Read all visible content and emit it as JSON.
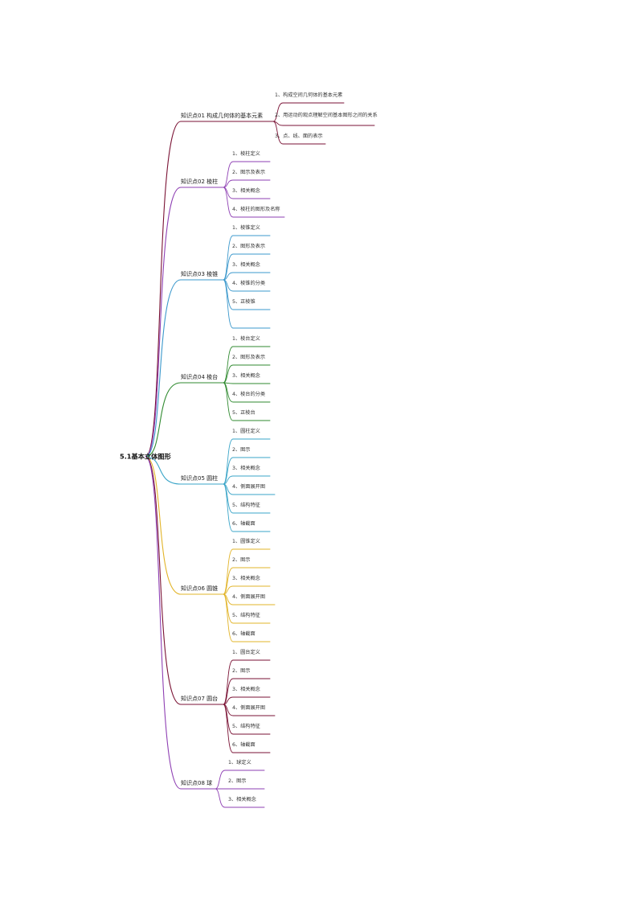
{
  "root": {
    "label": "5.1基本立体图形"
  },
  "branches": [
    {
      "label": "知识点01  构成几何体的基本元素",
      "color": "#7a1234",
      "children": [
        "1、构成空间几何体的基本元素",
        "2、用运动的观点理解空间基本图形之间的关系",
        "3、点、线、面的表示"
      ]
    },
    {
      "label": "知识点02  棱柱",
      "color": "#8e3fb3",
      "children": [
        "1、棱柱定义",
        "2、图示及表示",
        "3、相关概念",
        "4、棱柱的图形及名称"
      ]
    },
    {
      "label": "知识点03  棱锥",
      "color": "#3b98cc",
      "children": [
        "1、棱锥定义",
        "2、图形及表示",
        "3、相关概念",
        "4、棱锥的分类",
        "5、正棱锥",
        ""
      ]
    },
    {
      "label": "知识点04  棱台",
      "color": "#2f8a2f",
      "children": [
        "1、棱台定义",
        "2、图形及表示",
        "3、相关概念",
        "4、棱台的分类",
        "5、正棱台"
      ]
    },
    {
      "label": "知识点05  圆柱",
      "color": "#3aa5c8",
      "children": [
        "1、圆柱定义",
        "2、图示",
        "3、相关概念",
        "4、侧面展开图",
        "5、结构特征",
        "6、轴截面"
      ]
    },
    {
      "label": "知识点06  圆锥",
      "color": "#e2b428",
      "children": [
        "1、圆锥定义",
        "2、图示",
        "3、相关概念",
        "4、侧面展开图",
        "5、结构特征",
        "6、轴截面"
      ]
    },
    {
      "label": "知识点07  圆台",
      "color": "#7a1234",
      "children": [
        "1、圆台定义",
        "2、图示",
        "3、相关概念",
        "4、侧面展开图",
        "5、结构特征",
        "6、轴截面"
      ]
    },
    {
      "label": "知识点08  球",
      "color": "#8e3fb3",
      "children": [
        "1、球定义",
        "2、图示",
        "3、相关概念"
      ]
    }
  ]
}
